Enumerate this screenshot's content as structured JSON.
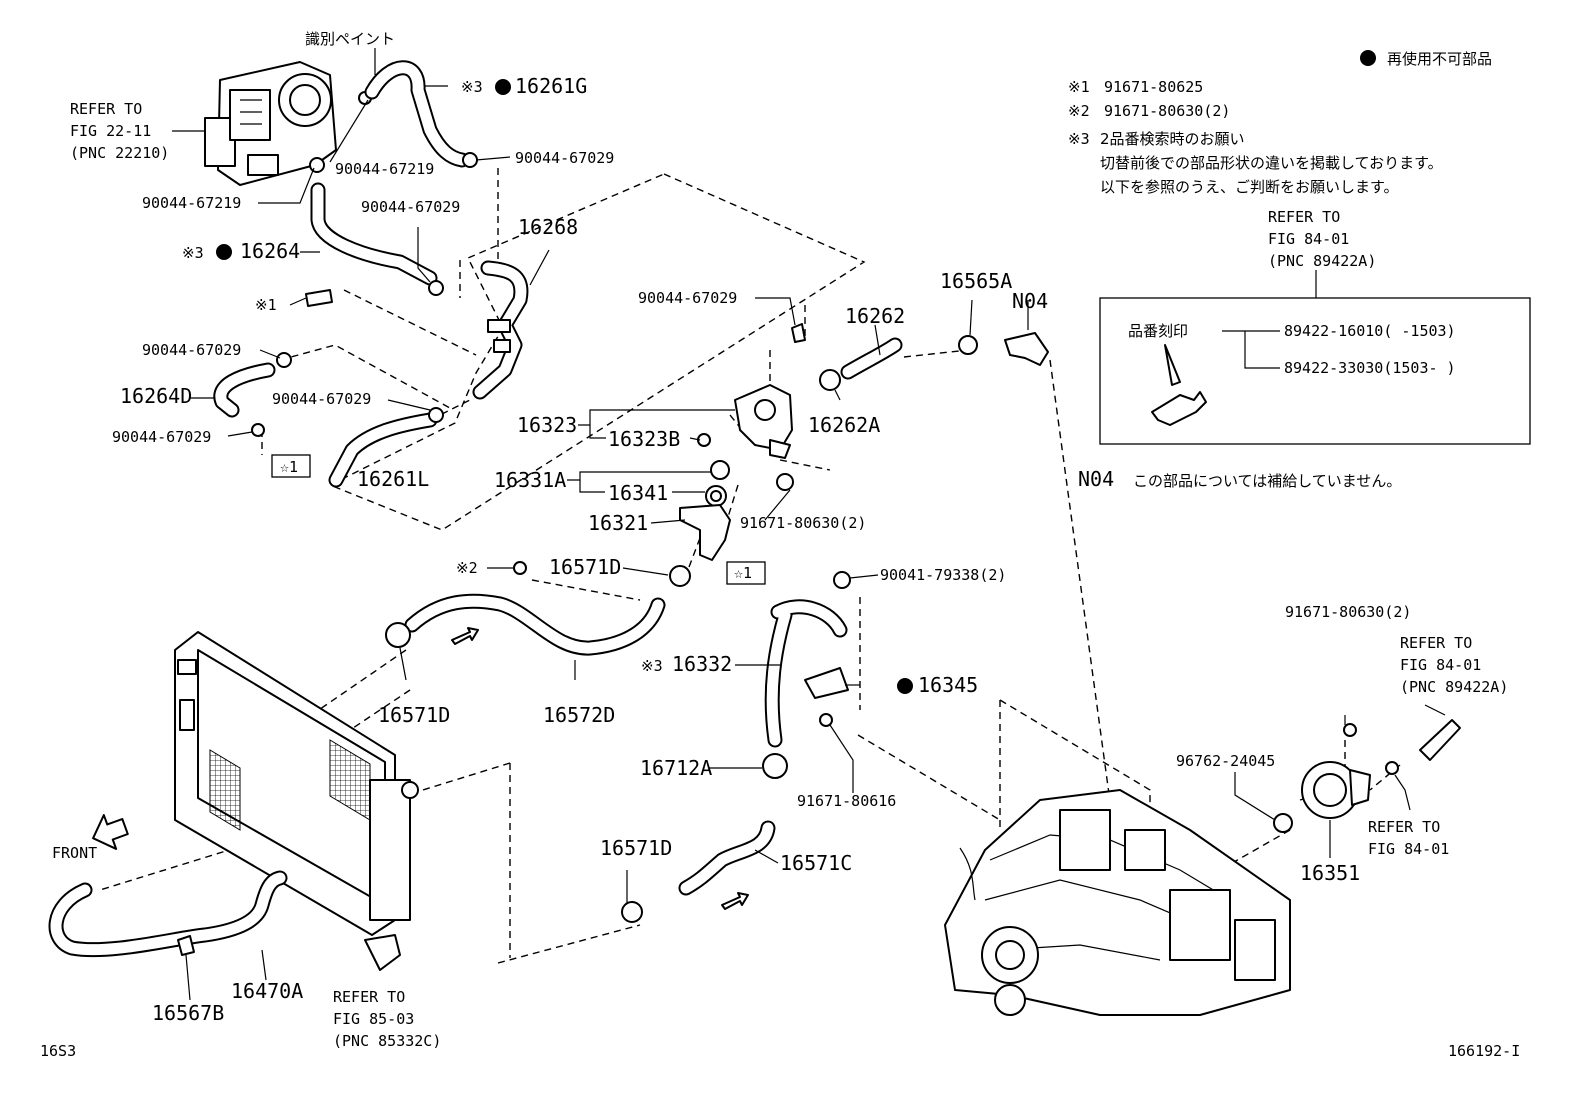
{
  "legend": {
    "nonreusable": "再使用不可部品",
    "notes": [
      {
        "mark": "※1",
        "text": "91671-80625"
      },
      {
        "mark": "※2",
        "text": "91671-80630(2)"
      },
      {
        "mark": "※3",
        "text": "2品番検索時のお願い"
      }
    ],
    "note3_lines": [
      "切替前後での部品形状の違いを掲載しております。",
      "以下を参照のうえ、ご判断をお願いします。"
    ]
  },
  "refbox": {
    "refer": [
      "REFER TO",
      "FIG 84-01",
      "(PNC 89422A)"
    ],
    "stamp_label": "品番刻印",
    "pn1": "89422-16010(     -1503)",
    "pn2": "89422-33030(1503-     )"
  },
  "n04_note": {
    "code": "N04",
    "text": "この部品については補給していません。"
  },
  "labels": {
    "paint": "識別ペイント",
    "refer_2211": [
      "REFER TO",
      "FIG 22-11",
      "(PNC 22210)"
    ],
    "p16261g": "16261G",
    "m3a": "※3",
    "c67219a": "90044-67219",
    "c67029a": "90044-67029",
    "c67219b": "90044-67219",
    "c67029b": "90044-67029",
    "p16268": "16268",
    "m3b": "※3",
    "p16264": "16264",
    "m1": "※1",
    "c67029c": "90044-67029",
    "p16264d": "16264D",
    "c67029d": "90044-67029",
    "c67029e": "90044-67029",
    "star1a": "☆1",
    "p16261l": "16261L",
    "c67029f": "90044-67029",
    "p16262": "16262",
    "p16565a": "16565A",
    "n04": "N04",
    "p16262a": "16262A",
    "p16323": "16323",
    "p16323b": "16323B",
    "p16331a": "16331A",
    "p16341": "16341",
    "b80630a": "91671-80630(2)",
    "p16321": "16321",
    "m2": "※2",
    "p16571d_a": "16571D",
    "star1b": "☆1",
    "n79338": "90041-79338(2)",
    "m3c": "※3",
    "p16332": "16332",
    "p16345": "16345",
    "p16571d_b": "16571D",
    "p16572d": "16572D",
    "p16712a": "16712A",
    "b80616": "91671-80616",
    "p16571d_c": "16571D",
    "p16571c": "16571C",
    "front": "FRONT",
    "p16470a": "16470A",
    "p16567b": "16567B",
    "refer_8503": [
      "REFER TO",
      "FIG 85-03",
      "(PNC 85332C)"
    ],
    "b80630b": "91671-80630(2)",
    "refer_8401a": [
      "REFER TO",
      "FIG 84-01",
      "(PNC 89422A)"
    ],
    "g24045": "96762-24045",
    "refer_8401b": [
      "REFER TO",
      "FIG 84-01"
    ],
    "p16351": "16351",
    "code_left": "16S3",
    "code_right": "166192-I"
  }
}
